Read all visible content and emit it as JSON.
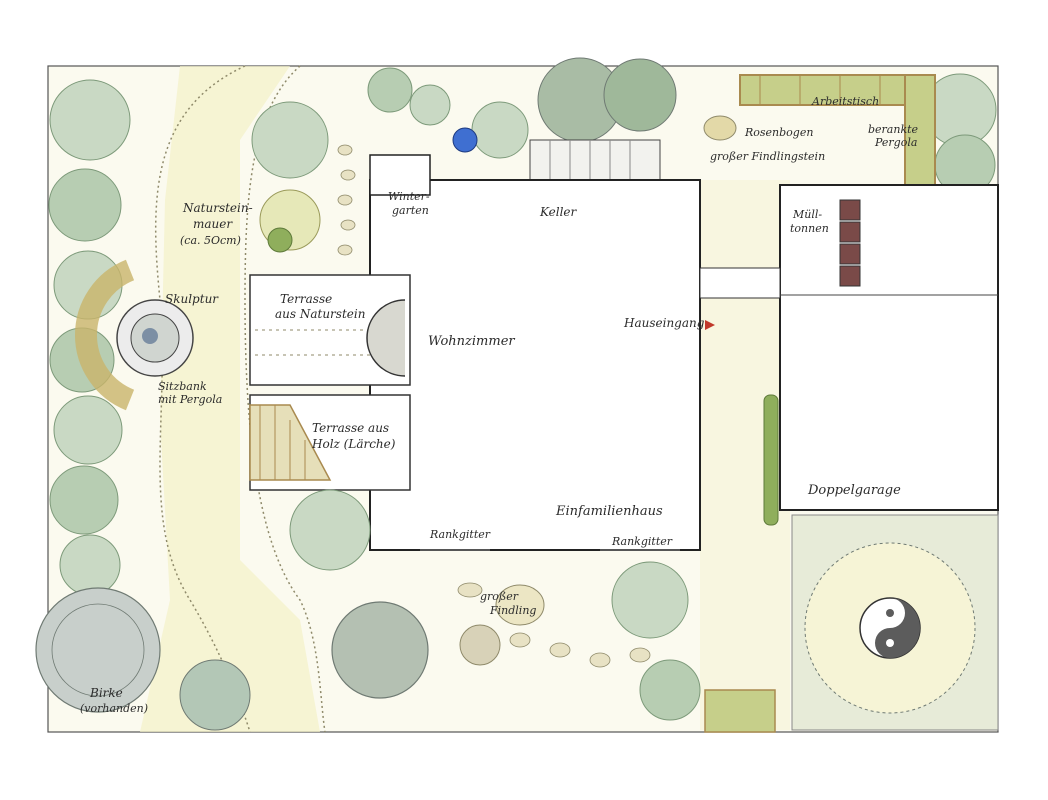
{
  "plan": {
    "labels": {
      "naturstein_mauer_1": "Naturstein-",
      "naturstein_mauer_2": "mauer",
      "naturstein_mauer_3": "(ca. 5Ocm)",
      "skulptur": "Skulptur",
      "sitzbank_1": "Sitzbank",
      "sitzbank_2": "mit Pergola",
      "birke_1": "Birke",
      "birke_2": "(vorhanden)",
      "terrasse_stein_1": "Terrasse",
      "terrasse_stein_2": "aus Naturstein",
      "terrasse_holz_1": "Terrasse aus",
      "terrasse_holz_2": "Holz (Lärche)",
      "wintergarten_1": "Winter-",
      "wintergarten_2": "garten",
      "keller": "Keller",
      "wohnzimmer": "Wohnzimmer",
      "hauseingang": "Hauseingang",
      "einfamilienhaus": "Einfamilienhaus",
      "rankgitter_left": "Rankgitter",
      "rankgitter_right": "Rankgitter",
      "grosser_findling_1": "großer",
      "grosser_findling_2": "Findling",
      "rosenbogen": "Rosenbogen",
      "grosser_findlingstein": "großer Findlingstein",
      "arbeitstisch": "Arbeitstisch",
      "berankte_1": "berankte",
      "berankte_2": "Pergola",
      "muelltonnen_1": "Müll-",
      "muelltonnen_2": "tonnen",
      "doppelgarage": "Doppelgarage"
    },
    "colors": {
      "paper": "#ffffff",
      "wash_yellow": "#f3f1c8",
      "tree_green": "#c9d9c4",
      "tree_dark": "#9fb89a",
      "hedge": "#8fae5c",
      "ink": "#2b2b2b",
      "stone": "#d8d2b8",
      "pergola_wood": "#a98a4f",
      "path_dots": "#bfb38a",
      "garage_lawn": "#e7ebd8",
      "water": "#3f6fd1",
      "bins": "#7a4a48"
    }
  }
}
